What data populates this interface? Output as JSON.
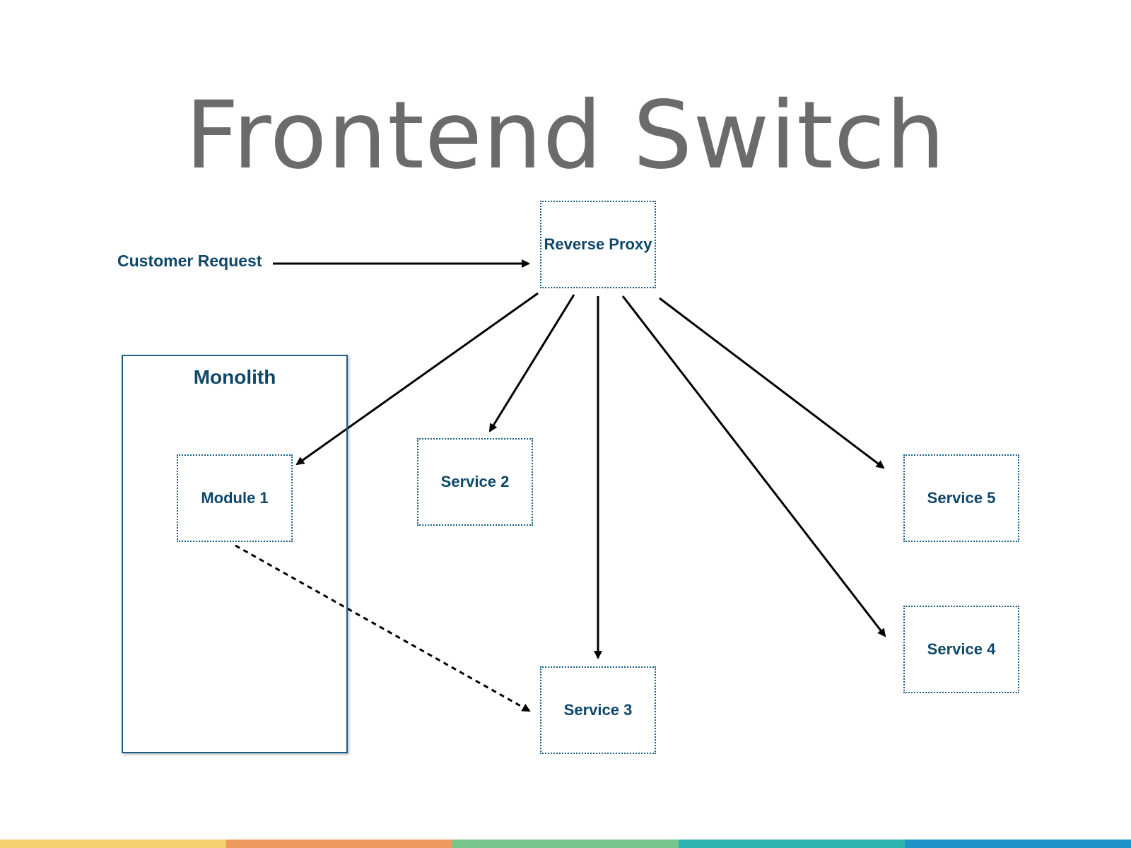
{
  "slide": {
    "title": "Frontend Switch"
  },
  "diagram": {
    "customer_request_label": "Customer Request",
    "reverse_proxy_label": "Reverse Proxy",
    "monolith_label": "Monolith",
    "module1_label": "Module 1",
    "service2_label": "Service 2",
    "service3_label": "Service 3",
    "service4_label": "Service 4",
    "service5_label": "Service 5"
  },
  "colors": {
    "title": "#6b6b6b",
    "label": "#0f4769",
    "border": "#1d5e86",
    "arrow": "#000000",
    "bar": [
      "#f6cf6e",
      "#ee9a5e",
      "#78c58d",
      "#2db3b0",
      "#1f93c7"
    ]
  }
}
